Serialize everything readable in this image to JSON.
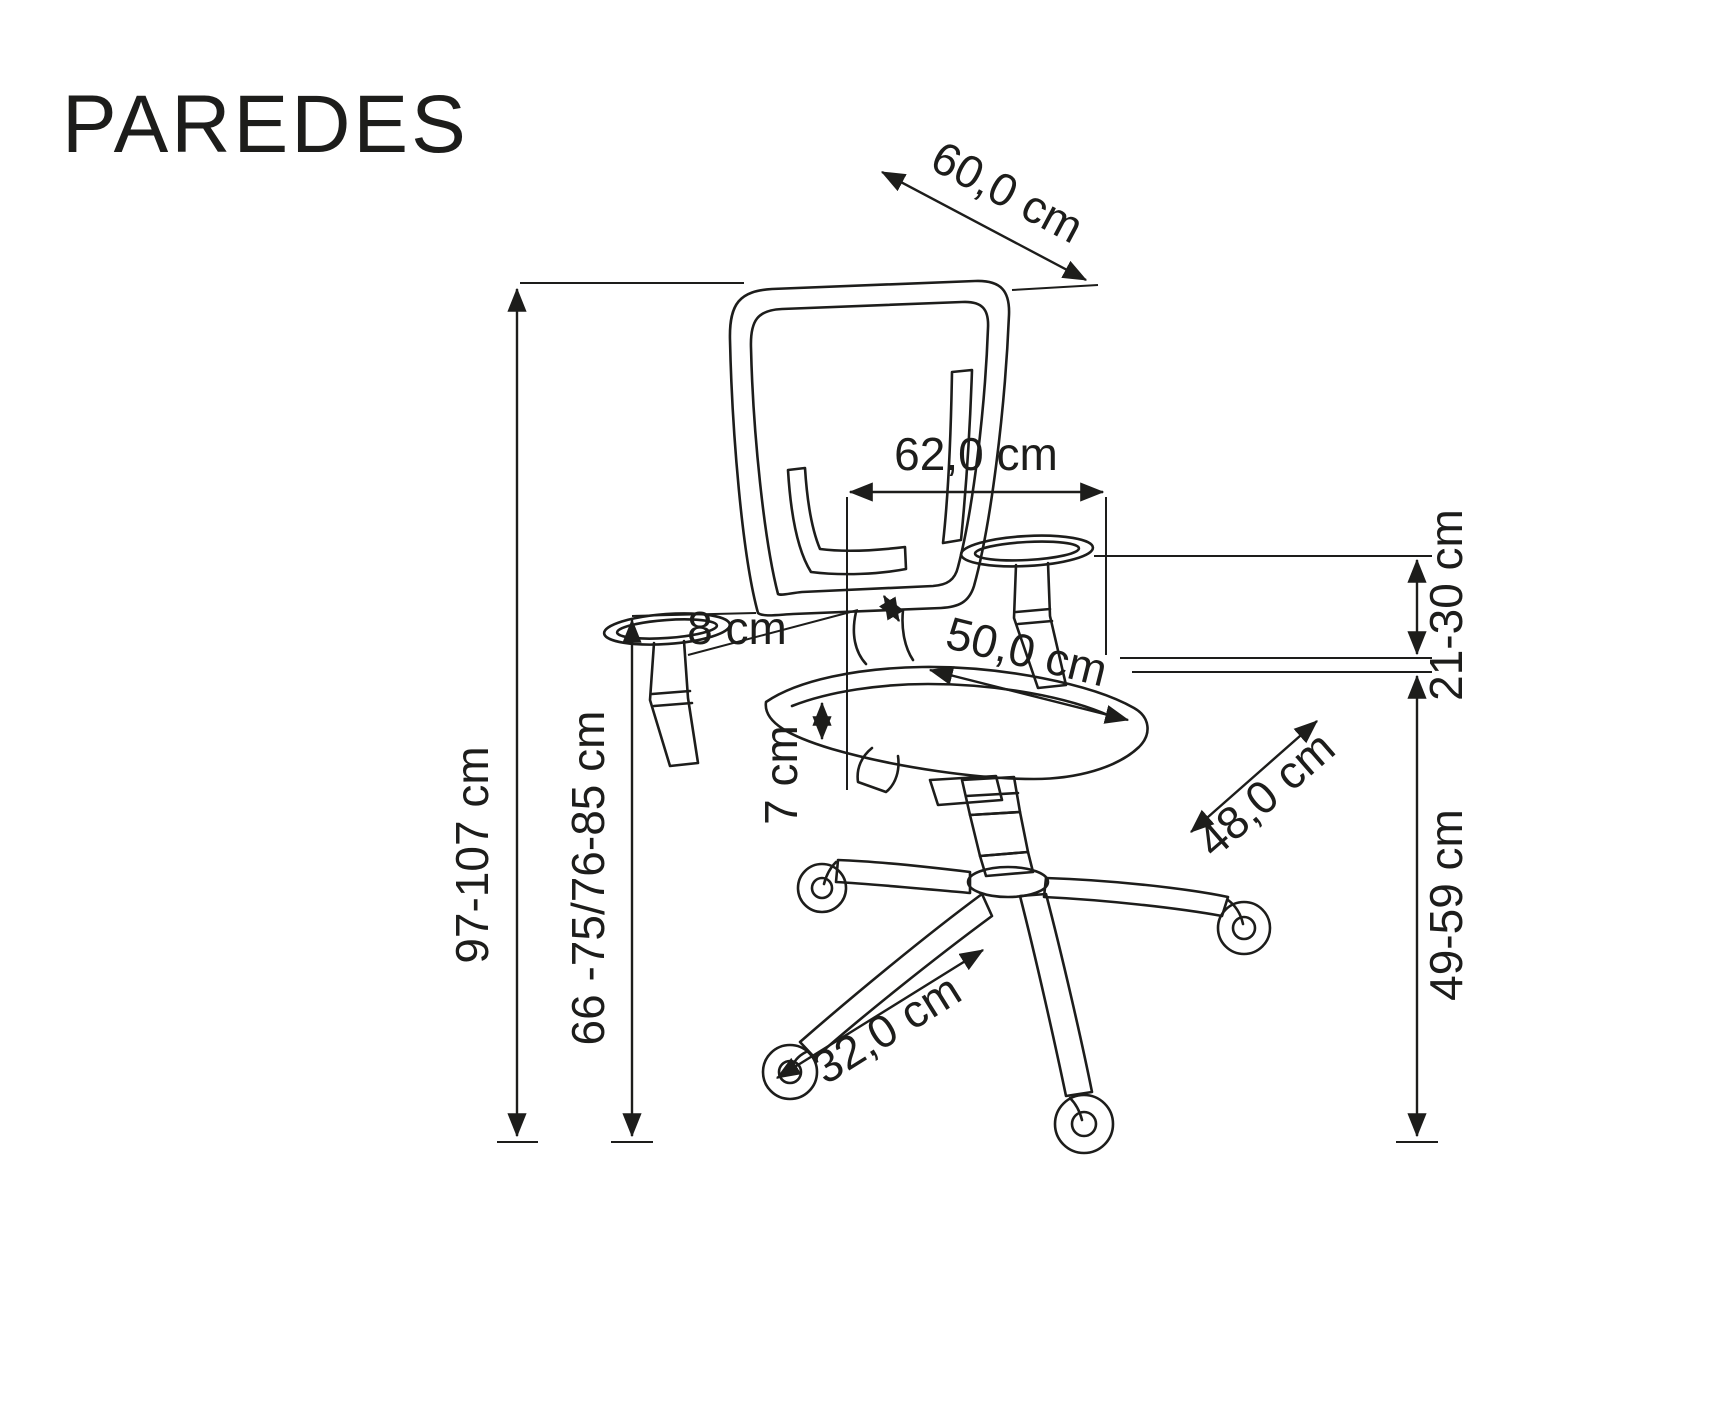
{
  "title": "PAREDES",
  "colors": {
    "ink": "#1d1d1b",
    "background": "#ffffff"
  },
  "dimensions": {
    "backrest_top_depth": "60,0 cm",
    "backrest_width": "62,0 cm",
    "backrest_height_adjust": "8 cm",
    "seat_slide_adjust": "7 cm",
    "seat_width": "50,0 cm",
    "seat_depth": "48,0 cm",
    "armrest_height_adjust": "21-30 cm",
    "total_height": "97-107 cm",
    "backrest_floor_height": "66 -75/76-85 cm",
    "seat_height": "49-59 cm",
    "base_leg_length": "32,0 cm"
  }
}
